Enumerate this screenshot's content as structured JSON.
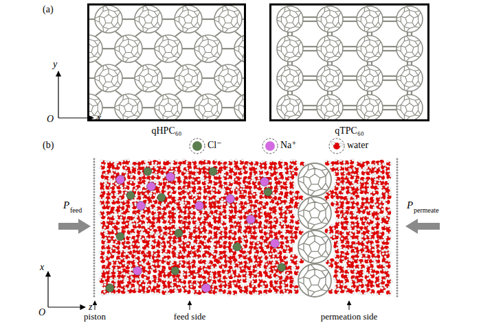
{
  "diagram": {
    "nodes": [
      {
        "text": [
          "qHPC₆₀"
        ]
      },
      {
        "text": [
          "qTPC₆₀"
        ]
      }
    ],
    "labels": [
      "(a)",
      "y",
      "x",
      "O",
      "(b)",
      "P",
      "feed",
      "P",
      "permeate",
      "x",
      "z",
      "O",
      "piston",
      "feed side",
      "permeation side"
    ],
    "legend": [
      {
        "text": "Cl⁻",
        "color": "#5b7f4e"
      },
      {
        "text": "Na⁺",
        "color": "#d36be0"
      },
      {
        "text": "water"
      }
    ]
  }
}
